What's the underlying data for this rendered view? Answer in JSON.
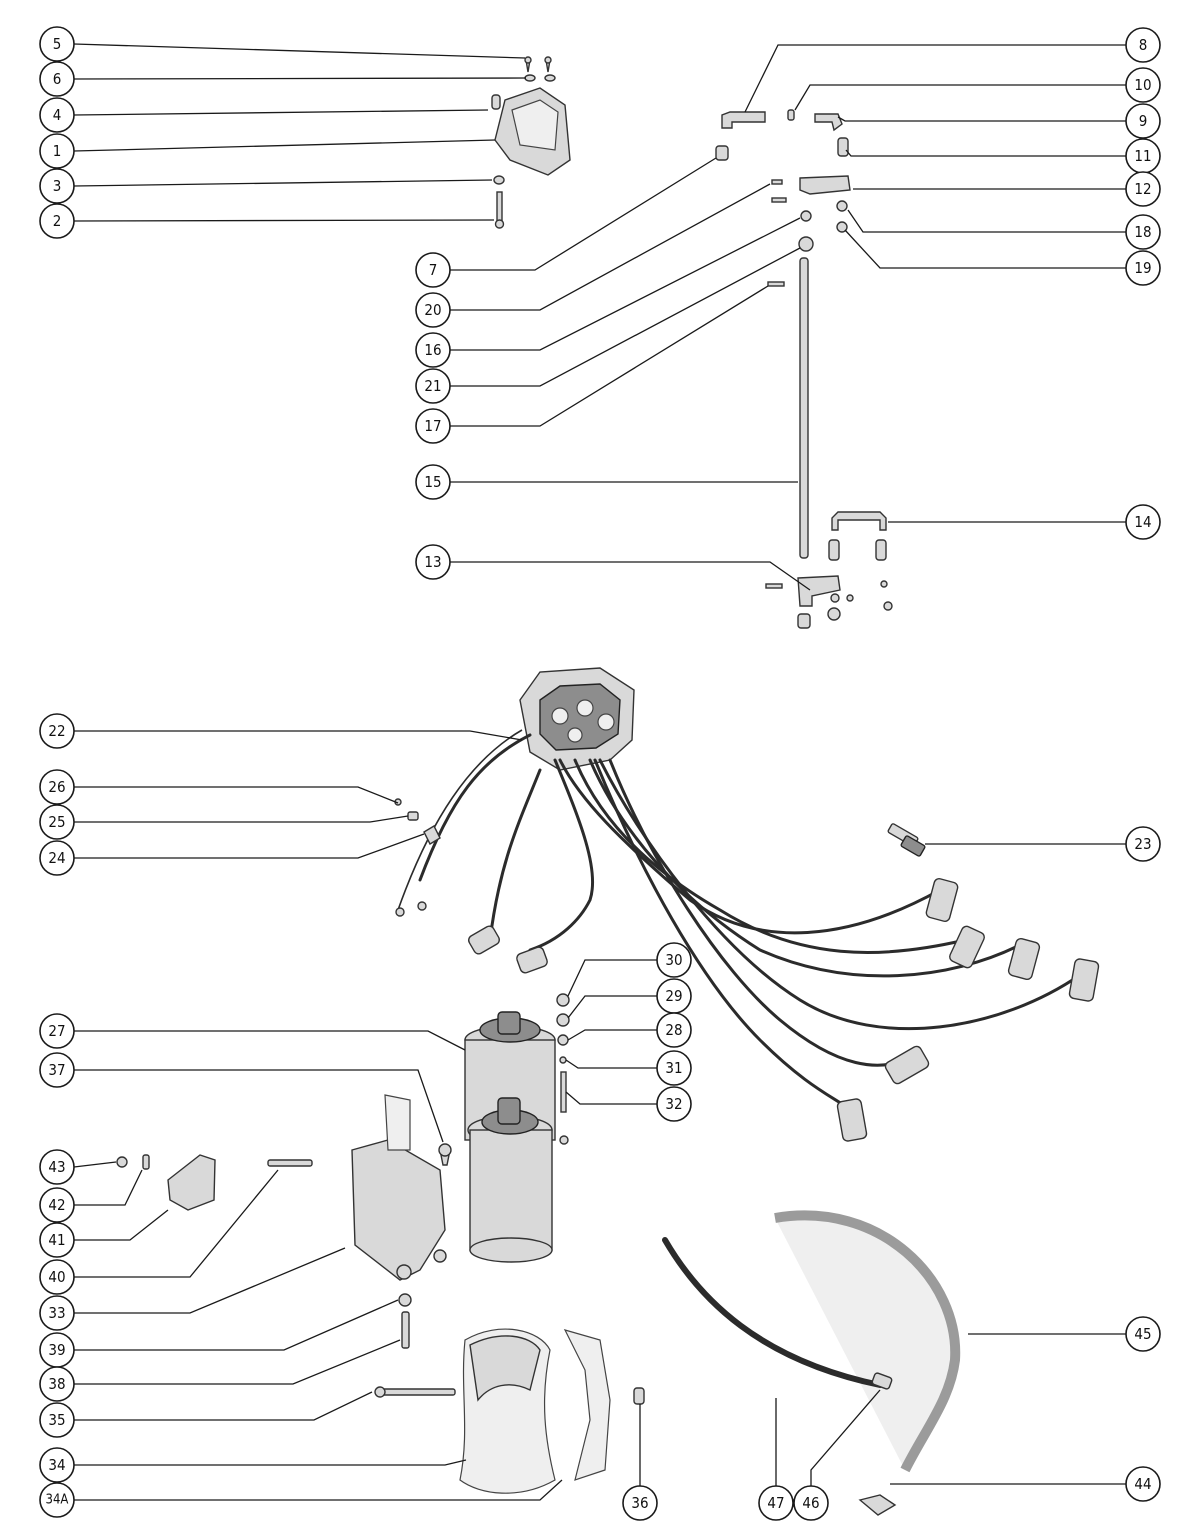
{
  "callouts": {
    "c5": "5",
    "c6": "6",
    "c4": "4",
    "c1": "1",
    "c3": "3",
    "c2": "2",
    "c8": "8",
    "c10": "10",
    "c9": "9",
    "c11": "11",
    "c12": "12",
    "c18": "18",
    "c19": "19",
    "c7": "7",
    "c20": "20",
    "c16": "16",
    "c21": "21",
    "c17": "17",
    "c15": "15",
    "c14": "14",
    "c13": "13",
    "c22": "22",
    "c26": "26",
    "c25": "25",
    "c24": "24",
    "c23": "23",
    "c30": "30",
    "c29": "29",
    "c28": "28",
    "c31": "31",
    "c32": "32",
    "c27": "27",
    "c37": "37",
    "c43": "43",
    "c42": "42",
    "c41": "41",
    "c40": "40",
    "c33": "33",
    "c39": "39",
    "c38": "38",
    "c35": "35",
    "c34": "34",
    "c34A": "34A",
    "c36": "36",
    "c45": "45",
    "c44": "44",
    "c47": "47",
    "c46": "46"
  }
}
